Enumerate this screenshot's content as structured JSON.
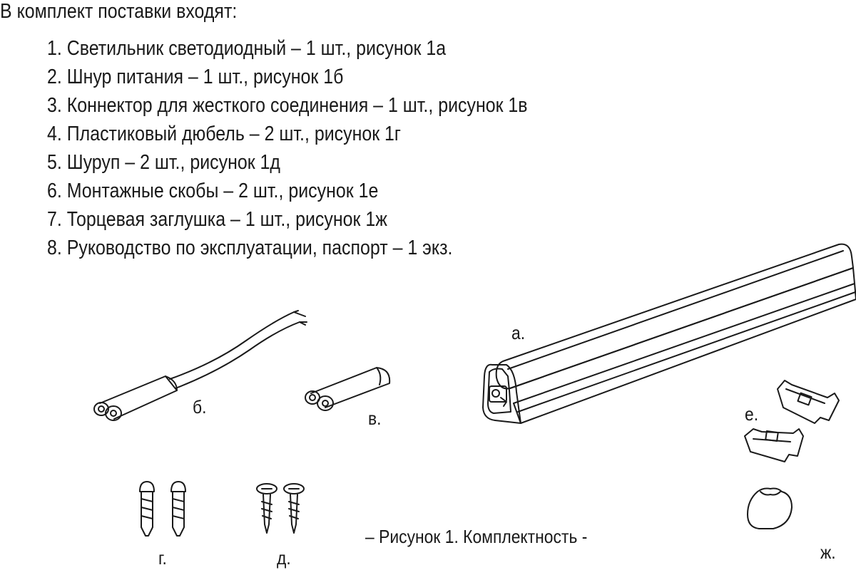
{
  "heading": "В комплект поставки входят:",
  "items": [
    "1. Светильник светодиодный – 1 шт., рисунок 1а",
    "2. Шнур питания – 1 шт., рисунок 1б",
    "3. Коннектор для жесткого соединения – 1 шт., рисунок 1в",
    "4. Пластиковый дюбель – 2 шт., рисунок 1г",
    "5. Шуруп – 2 шт., рисунок 1д",
    "6. Монтажные скобы – 2 шт., рисунок 1е",
    "7. Торцевая заглушка – 1 шт., рисунок 1ж",
    "8. Руководство по эксплуатации, паспорт – 1 экз."
  ],
  "labels": {
    "a": "а.",
    "b": "б.",
    "v": "в.",
    "g": "г.",
    "d": "д.",
    "e": "е.",
    "zh": "ж."
  },
  "caption": "– Рисунок 1. Комплектность -"
}
